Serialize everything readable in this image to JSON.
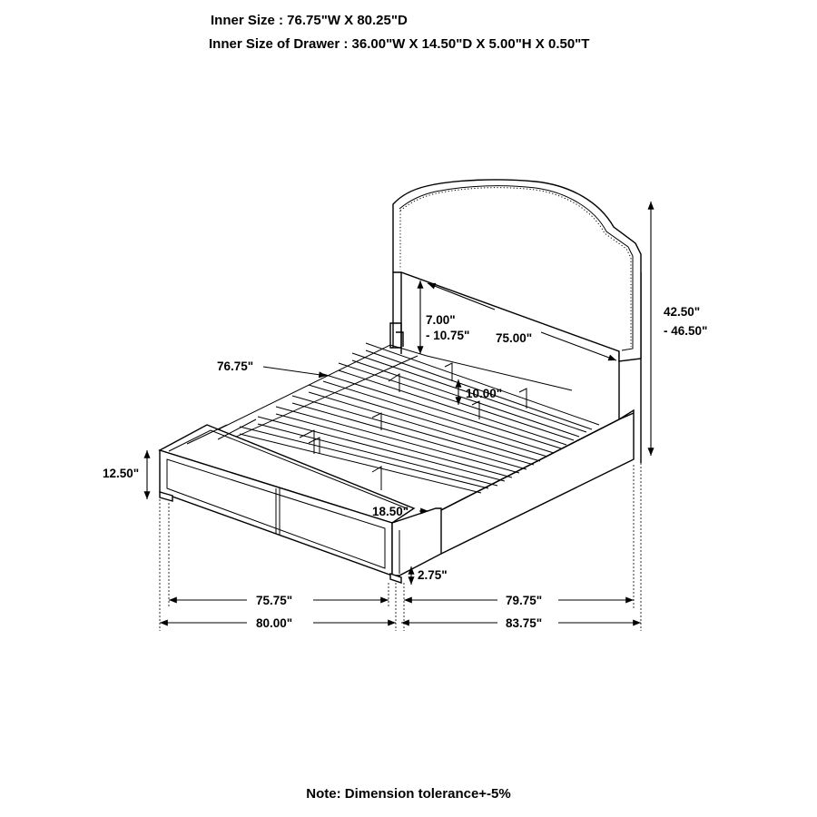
{
  "header": {
    "inner_size": "Inner Size : 76.75\"W X 80.25\"D",
    "drawer_size": "Inner Size of Drawer : 36.00\"W X 14.50\"D X 5.00\"H X 0.50\"T"
  },
  "dimensions": {
    "headboard_height": "42.50\"",
    "headboard_height_max": "- 46.50\"",
    "headboard_gap": "7.00\"",
    "headboard_gap_max": "- 10.75\"",
    "headboard_width": "75.00\"",
    "slat_width": "76.75\"",
    "slat_spacing": "10.00\"",
    "side_rail_height": "12.50\"",
    "footboard_height": "18.50\"",
    "leg_height": "2.75\"",
    "inner_width": "75.75\"",
    "inner_length": "79.75\"",
    "overall_width": "80.00\"",
    "overall_length": "83.75\""
  },
  "note": "Note: Dimension tolerance+-5%"
}
